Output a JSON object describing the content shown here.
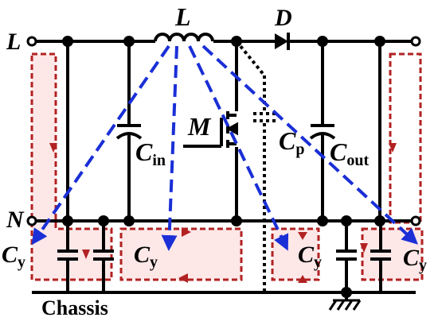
{
  "labels": {
    "L_terminal": "L",
    "N_terminal": "N",
    "inductor": "L",
    "diode": "D",
    "mosfet": "M",
    "cin": {
      "main": "C",
      "sub": "in"
    },
    "cp": {
      "main": "C",
      "sub": "p"
    },
    "cout": {
      "main": "C",
      "sub": "out"
    },
    "cy": {
      "main": "C",
      "sub": "y"
    },
    "chassis": "Chassis"
  },
  "colors": {
    "wire": "#000000",
    "common_mode_path": "#b22222",
    "coupling_path": "#1a2fd6",
    "loop_fill": "#fde7e7"
  },
  "icons": [
    "ground-icon",
    "diode-icon",
    "inductor-icon",
    "mosfet-icon",
    "capacitor-icon"
  ]
}
